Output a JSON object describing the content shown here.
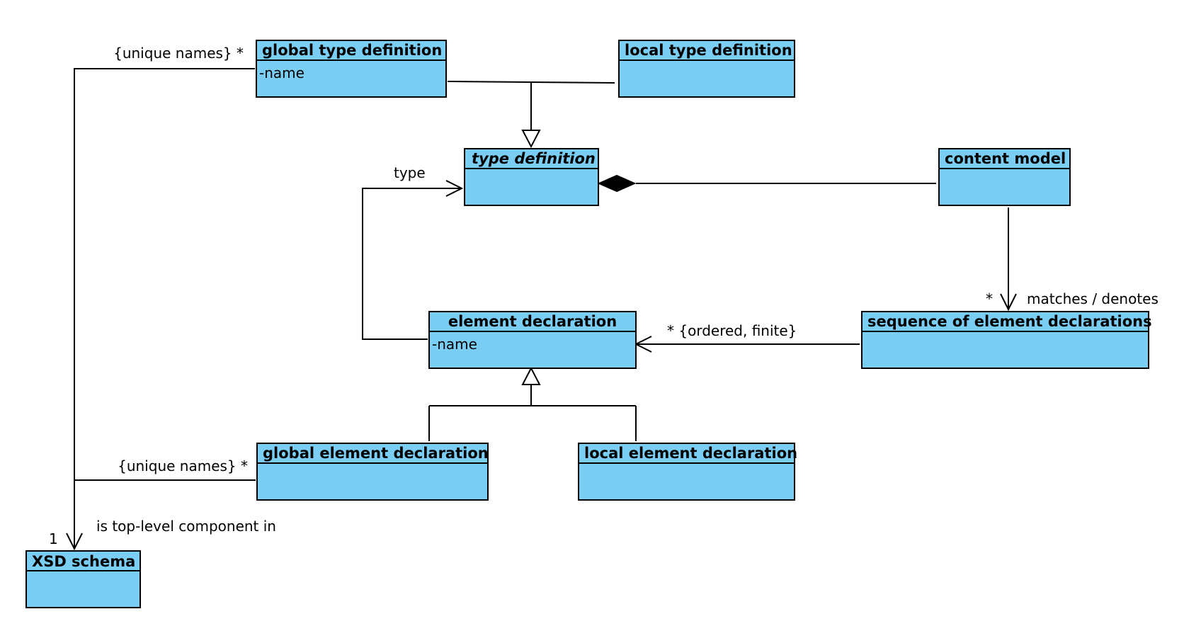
{
  "classes": {
    "global_type_definition": {
      "name": "global type definition",
      "attribute": "-name"
    },
    "local_type_definition": {
      "name": "local type definition"
    },
    "type_definition": {
      "name": "type definition"
    },
    "content_model": {
      "name": "content model"
    },
    "element_declaration": {
      "name": "element declaration",
      "attribute": "-name"
    },
    "sequence_of_element_declarations": {
      "name": "sequence of element declarations"
    },
    "global_element_declaration": {
      "name": "global element declaration"
    },
    "local_element_declaration": {
      "name": "local element declaration"
    },
    "xsd_schema": {
      "name": "XSD schema"
    }
  },
  "labels": {
    "unique_names_types": "{unique names} *",
    "unique_names_elements": "{unique names} *",
    "type_role": "type",
    "matches_multiplicity": "*",
    "matches_role": "matches / denotes",
    "ordered_finite": "* {ordered, finite}",
    "top_level_role": "is top-level component in",
    "schema_multiplicity": "1"
  },
  "colors": {
    "class_fill": "#7acef4",
    "stroke": "#000000"
  }
}
